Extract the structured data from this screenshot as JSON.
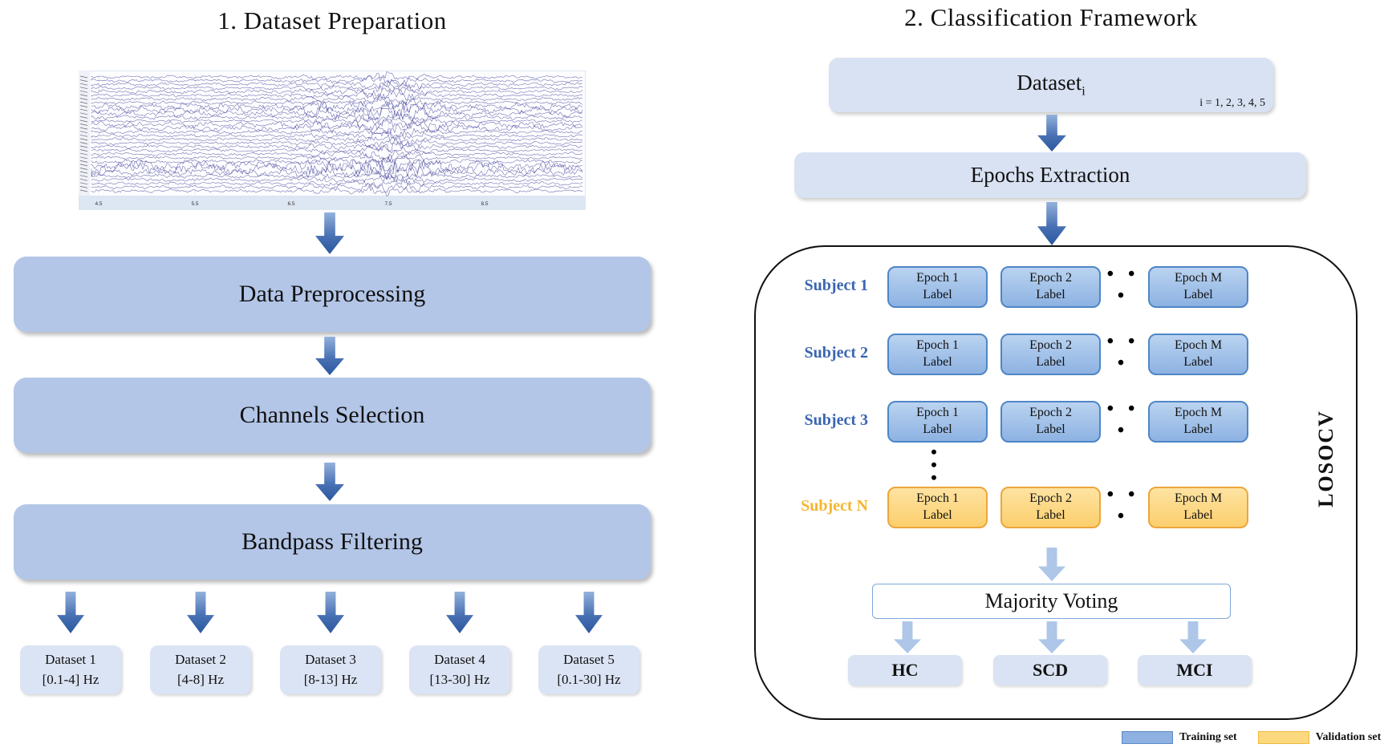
{
  "left_panel": {
    "title": "1. Dataset Preparation",
    "eeg": {
      "x_ticks": [
        "4.5",
        "5.5",
        "6.5",
        "7.5",
        "8.5"
      ]
    },
    "steps": [
      "Data Preprocessing",
      "Channels Selection",
      "Bandpass Filtering"
    ],
    "datasets": [
      {
        "name": "Dataset 1",
        "range": "[0.1-4] Hz"
      },
      {
        "name": "Dataset 2",
        "range": "[4-8] Hz"
      },
      {
        "name": "Dataset 3",
        "range": "[8-13] Hz"
      },
      {
        "name": "Dataset 4",
        "range": "[13-30] Hz"
      },
      {
        "name": "Dataset 5",
        "range": "[0.1-30] Hz"
      }
    ]
  },
  "right_panel": {
    "title": "2. Classification Framework",
    "dataset_box": {
      "label": "Dataset",
      "subscript": "i",
      "note": "i = 1, 2, 3, 4, 5"
    },
    "epochs_box": "Epochs Extraction",
    "subjects": [
      {
        "name": "Subject 1",
        "set": "training",
        "color": "#3a65b0"
      },
      {
        "name": "Subject 2",
        "set": "training",
        "color": "#3a65b0"
      },
      {
        "name": "Subject 3",
        "set": "training",
        "color": "#3a65b0"
      },
      {
        "name": "Subject N",
        "set": "validation",
        "color": "#f4b62f"
      }
    ],
    "epoch_columns": [
      {
        "line1": "Epoch 1",
        "line2": "Label"
      },
      {
        "line1": "Epoch 2",
        "line2": "Label"
      },
      {
        "line1": "Epoch M",
        "line2": "Label"
      }
    ],
    "ellipsis_h": "• • •",
    "ellipsis_dot": "•",
    "losocv": "LOSOCV",
    "majority_voting": "Majority Voting",
    "outputs": [
      "HC",
      "SCD",
      "MCI"
    ],
    "legend": [
      {
        "label": "Training set",
        "color": "#8fb1e1"
      },
      {
        "label": "Validation set",
        "color": "#fcd97f"
      }
    ]
  },
  "colors": {
    "process_box": "#b3c6e7",
    "light_box": "#d9e2f3",
    "arrow_dark": "#2e5ba6",
    "arrow_light": "#aec6e8",
    "training": "#8fb1e1",
    "validation": "#fcd97f",
    "eeg_trace": "#2e2e8f"
  }
}
